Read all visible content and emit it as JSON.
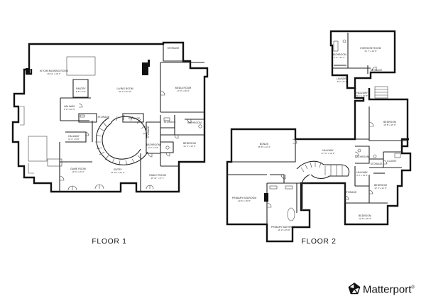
{
  "floors": [
    {
      "id": "floor-1",
      "label": "FLOOR 1"
    },
    {
      "id": "floor-2",
      "label": "FLOOR 2"
    }
  ],
  "rooms": {
    "f1_storage_top": {
      "name": "STORAGE",
      "dims": ""
    },
    "f1_kitchen": {
      "name": "KITCHEN/DINING ROOM",
      "dims": "36' 11\" x 19' 7\""
    },
    "f1_pantry": {
      "name": "PANTRY",
      "dims": "5' 5\" x 7' 5\""
    },
    "f1_living": {
      "name": "LIVING ROOM",
      "dims": "42' 2\" x 37' 8\""
    },
    "f1_media": {
      "name": "MEDIA ROOM",
      "dims": "17' 3\" x 26' 3\""
    },
    "f1_hallway_l": {
      "name": "HALLWAY",
      "dims": "9' 8\" x 10' 5\""
    },
    "f1_hallway_m": {
      "name": "HALLWAY",
      "dims": "11' 6\" x 5' 8\""
    },
    "f1_storage_a": {
      "name": "STORAGE",
      "dims": ""
    },
    "f1_storage_b": {
      "name": "STORAGE",
      "dims": ""
    },
    "f1_storage_c": {
      "name": "STORAGE",
      "dims": ""
    },
    "f1_storage_d": {
      "name": "STORAGE",
      "dims": ""
    },
    "f1_bathroom_a": {
      "name": "BATHROOM",
      "dims": ""
    },
    "f1_bathroom_b": {
      "name": "BATHROOM",
      "dims": "4' 2\" x 6' 6\""
    },
    "f1_bedroom": {
      "name": "BEDROOM",
      "dims": "13' 3\" x 15' 6\""
    },
    "f1_game": {
      "name": "GAME ROOM",
      "dims": "19' 4\" x 16' 2\""
    },
    "f1_entry": {
      "name": "ENTRY",
      "dims": "21' 10\" x 22' 3\""
    },
    "f1_family": {
      "name": "FAMILY ROOM",
      "dims": "15' 11\" x 17' 1\""
    },
    "f2_exercise": {
      "name": "EXERCISE ROOM",
      "dims": "15' 7\" x 19' 6\""
    },
    "f2_bathroom_top": {
      "name": "BATHROOM",
      "dims": "5' 4\" x 11' 1\""
    },
    "f2_laundry": {
      "name": "LAUNDRY",
      "dims": "8' 7\" x 5' 1\""
    },
    "f2_storage_top": {
      "name": "STORAGE",
      "dims": ""
    },
    "f2_hallway_top": {
      "name": "HALLWAY",
      "dims": "5' 1\" x 16' 8\""
    },
    "f2_bedroom_r1": {
      "name": "BEDROOM",
      "dims": "15' 8\" x 15' 6\""
    },
    "f2_bonus": {
      "name": "BONUS",
      "dims": "25' 8\" x 12' 4\""
    },
    "f2_hallway_mid": {
      "name": "HALLWAY",
      "dims": "47' 11\" x 19' 9\""
    },
    "f2_bathroom_r": {
      "name": "BATHROOM",
      "dims": ""
    },
    "f2_closet": {
      "name": "CLOSET",
      "dims": ""
    },
    "f2_storage_a": {
      "name": "STORAGE",
      "dims": ""
    },
    "f2_storage_b": {
      "name": "STORAGE",
      "dims": ""
    },
    "f2_hallway_s": {
      "name": "HALLWAY",
      "dims": "5' 3\" x 15' 8\""
    },
    "f2_bedroom_r2": {
      "name": "BEDROOM",
      "dims": "12' 2\" x 12' 9\""
    },
    "f2_primary_bed": {
      "name": "PRIMARY BEDROOM",
      "dims": "24' 6\" x 15' 8\""
    },
    "f2_primary_bath": {
      "name": "PRIMARY BATHROOM",
      "dims": "16' 0\" x 25' 8\""
    },
    "f2_bedroom_r3": {
      "name": "BEDROOM",
      "dims": "12' 9\" x 15' 3\""
    }
  },
  "brand": {
    "name": "Matterport",
    "trademark": "®",
    "icon": "matterport-logo-icon",
    "color": "#111111"
  }
}
